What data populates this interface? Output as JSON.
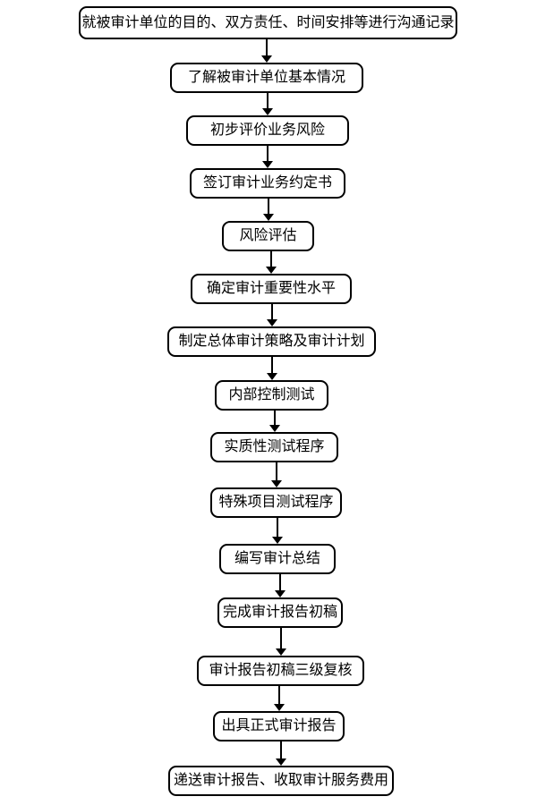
{
  "diagram": {
    "type": "flowchart",
    "direction": "top-to-bottom",
    "colors": {
      "background": "#ffffff",
      "box_border": "#000000",
      "box_fill": "#ffffff",
      "text": "#000000",
      "arrow": "#000000"
    },
    "nodes": [
      {
        "id": 1,
        "label": "就被审计单位的目的、双方责任、时间安排等进行沟通记录"
      },
      {
        "id": 2,
        "label": "了解被审计单位基本情况"
      },
      {
        "id": 3,
        "label": "初步评价业务风险"
      },
      {
        "id": 4,
        "label": "签订审计业务约定书"
      },
      {
        "id": 5,
        "label": "风险评估"
      },
      {
        "id": 6,
        "label": "确定审计重要性水平"
      },
      {
        "id": 7,
        "label": "制定总体审计策略及审计计划"
      },
      {
        "id": 8,
        "label": "内部控制测试"
      },
      {
        "id": 9,
        "label": "实质性测试程序"
      },
      {
        "id": 10,
        "label": "特殊项目测试程序"
      },
      {
        "id": 11,
        "label": "编写审计总结"
      },
      {
        "id": 12,
        "label": "完成审计报告初稿"
      },
      {
        "id": 13,
        "label": "审计报告初稿三级复核"
      },
      {
        "id": 14,
        "label": "出具正式审计报告"
      },
      {
        "id": 15,
        "label": "递送审计报告、收取审计服务费用"
      }
    ],
    "edges": [
      {
        "from": 1,
        "to": 2
      },
      {
        "from": 2,
        "to": 3
      },
      {
        "from": 3,
        "to": 4
      },
      {
        "from": 4,
        "to": 5
      },
      {
        "from": 5,
        "to": 6
      },
      {
        "from": 6,
        "to": 7
      },
      {
        "from": 7,
        "to": 8
      },
      {
        "from": 8,
        "to": 9
      },
      {
        "from": 9,
        "to": 10
      },
      {
        "from": 10,
        "to": 11
      },
      {
        "from": 11,
        "to": 12
      },
      {
        "from": 12,
        "to": 13
      },
      {
        "from": 13,
        "to": 14
      },
      {
        "from": 14,
        "to": 15
      }
    ]
  }
}
